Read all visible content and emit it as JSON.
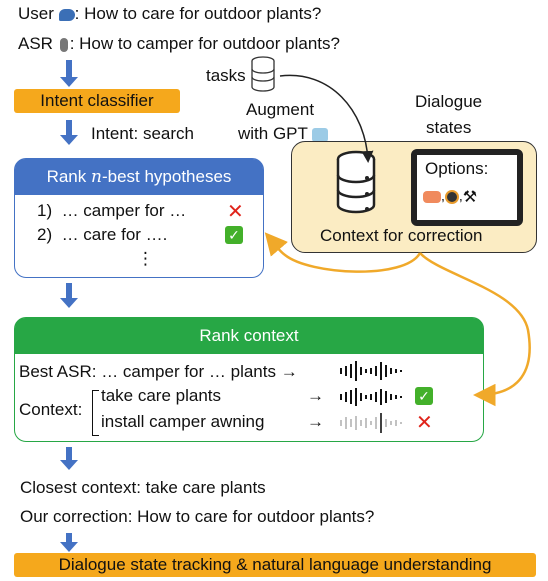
{
  "top": {
    "user_label": "User",
    "user_text": ": How to care for outdoor plants?",
    "asr_label": "ASR",
    "asr_text": ": How to camper for outdoor plants?"
  },
  "intent_classifier": "Intent classifier",
  "intent_result": "Intent: search",
  "tasks_label": "tasks",
  "augment_label_1": "Augment",
  "augment_label_2": "with GPT",
  "dialogue_states_1": "Dialogue",
  "dialogue_states_2": "states",
  "context_box": {
    "options_label": "Options:",
    "caption": "Context for correction"
  },
  "rank_hyp": {
    "title_pre": "Rank ",
    "title_n": "n",
    "title_post": "-best hypotheses",
    "items": [
      {
        "num": "1)",
        "text": "… camper for …"
      },
      {
        "num": "2)",
        "text": "… care for …."
      }
    ],
    "ellipsis": "⋮"
  },
  "rank_ctx": {
    "title": "Rank context",
    "best_asr": "Best ASR: … camper for … plants →",
    "context_label": "Context:",
    "ctx_items": [
      "take care plants",
      "install camper awning"
    ],
    "arrow": "→"
  },
  "bottom": {
    "closest": "Closest context: take care plants",
    "correction": "Our correction: How to care for outdoor plants?",
    "dst": "Dialogue state tracking & natural language understanding"
  },
  "colors": {
    "blue": "#4472c4",
    "green": "#27a745",
    "orange": "#f5a81c",
    "yellow_fill": "#fbecc3",
    "curve": "#f0a92a"
  }
}
